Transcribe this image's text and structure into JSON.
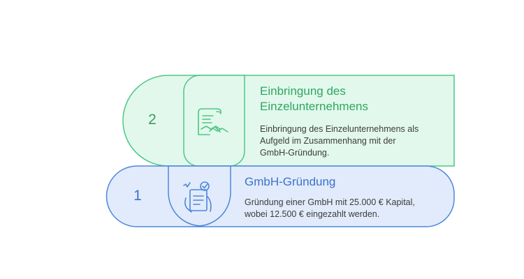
{
  "colors": {
    "green_fill": "#e2f8ec",
    "green_stroke": "#4cc784",
    "green_text": "#2ea762",
    "blue_fill": "#e2ebfb",
    "blue_stroke": "#4d87dc",
    "blue_text": "#3c72cc",
    "body_text": "#3c3c3c"
  },
  "steps": [
    {
      "number": "1",
      "title": "GmbH-Gründung",
      "description_lines": [
        "Gründung einer GmbH mit 25.000 € Kapital,",
        "wobei 12.500 € eingezahlt werden."
      ],
      "icon": "checklist-hand-icon"
    },
    {
      "number": "2",
      "title_lines": [
        "Einbringung des",
        "Einzelunternehmens"
      ],
      "description_lines": [
        "Einbringung des Einzelunternehmens als",
        "Aufgeld im Zusammenhang mit der",
        "GmbH-Gründung."
      ],
      "icon": "contract-handshake-icon"
    }
  ]
}
